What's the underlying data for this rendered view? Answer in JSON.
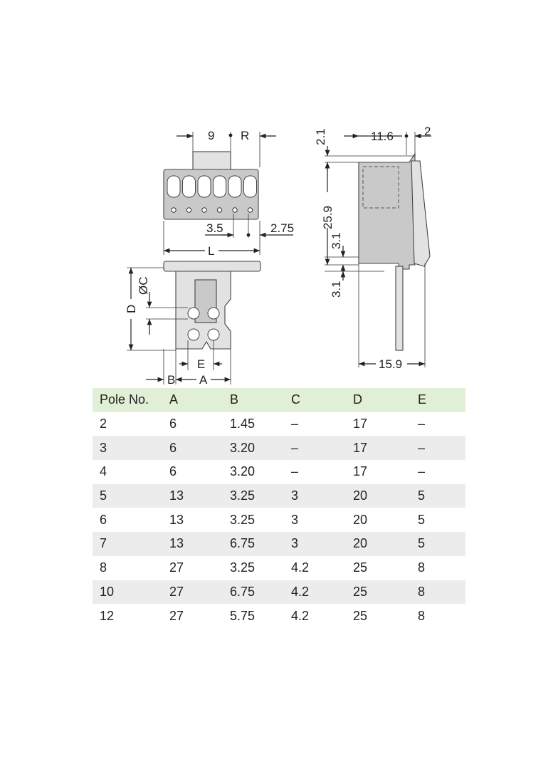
{
  "drawing": {
    "dimensions": {
      "pitch": "9",
      "r": "R",
      "half_a": "3.5",
      "offset": "2.75",
      "length": "L",
      "hole_dia": "ØC",
      "d": "D",
      "e": "E",
      "b": "B",
      "a": "A",
      "top_left": "2.1",
      "width_top": "11.6",
      "top_right": "2",
      "height": "25.9",
      "small_1": "3.1",
      "small_2": "3.1",
      "depth": "15.9"
    }
  },
  "table": {
    "headers": [
      "Pole No.",
      "A",
      "B",
      "C",
      "D",
      "E"
    ],
    "rows": [
      [
        "2",
        "6",
        "1.45",
        "–",
        "17",
        "–"
      ],
      [
        "3",
        "6",
        "3.20",
        "–",
        "17",
        "–"
      ],
      [
        "4",
        "6",
        "3.20",
        "–",
        "17",
        "–"
      ],
      [
        "5",
        "13",
        "3.25",
        "3",
        "20",
        "5"
      ],
      [
        "6",
        "13",
        "3.25",
        "3",
        "20",
        "5"
      ],
      [
        "7",
        "13",
        "6.75",
        "3",
        "20",
        "5"
      ],
      [
        "8",
        "27",
        "3.25",
        "4.2",
        "25",
        "8"
      ],
      [
        "10",
        "27",
        "6.75",
        "4.2",
        "25",
        "8"
      ],
      [
        "12",
        "27",
        "5.75",
        "4.2",
        "25",
        "8"
      ]
    ]
  },
  "colors": {
    "header_bg": "#e1efd6",
    "stripe_bg": "#ececec",
    "part_grey": "#c9c9c9"
  }
}
